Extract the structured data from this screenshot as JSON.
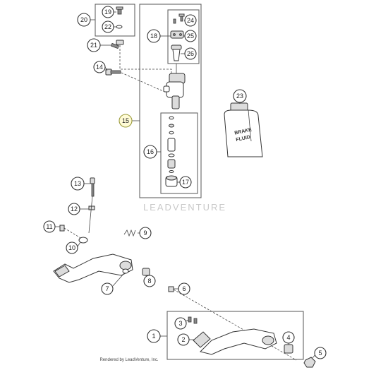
{
  "watermark": "LEADVENTURE",
  "footer": "Rendered by LeadVenture, Inc.",
  "bottle_label_line1": "BRAKE",
  "bottle_label_line2": "FLUID",
  "callouts": [
    {
      "id": "c1",
      "label": "1"
    },
    {
      "id": "c2",
      "label": "2"
    },
    {
      "id": "c3",
      "label": "3"
    },
    {
      "id": "c4",
      "label": "4"
    },
    {
      "id": "c5",
      "label": "5"
    },
    {
      "id": "c6",
      "label": "6"
    },
    {
      "id": "c7",
      "label": "7"
    },
    {
      "id": "c8",
      "label": "8"
    },
    {
      "id": "c9",
      "label": "9"
    },
    {
      "id": "c10",
      "label": "10"
    },
    {
      "id": "c11",
      "label": "11"
    },
    {
      "id": "c12",
      "label": "12"
    },
    {
      "id": "c13",
      "label": "13"
    },
    {
      "id": "c14",
      "label": "14"
    },
    {
      "id": "c15",
      "label": "15"
    },
    {
      "id": "c16",
      "label": "16"
    },
    {
      "id": "c17",
      "label": "17"
    },
    {
      "id": "c18",
      "label": "18"
    },
    {
      "id": "c19",
      "label": "19"
    },
    {
      "id": "c20",
      "label": "20"
    },
    {
      "id": "c21",
      "label": "21"
    },
    {
      "id": "c22",
      "label": "22"
    },
    {
      "id": "c23",
      "label": "23"
    },
    {
      "id": "c24",
      "label": "24"
    },
    {
      "id": "c25",
      "label": "25"
    },
    {
      "id": "c26",
      "label": "26"
    }
  ]
}
